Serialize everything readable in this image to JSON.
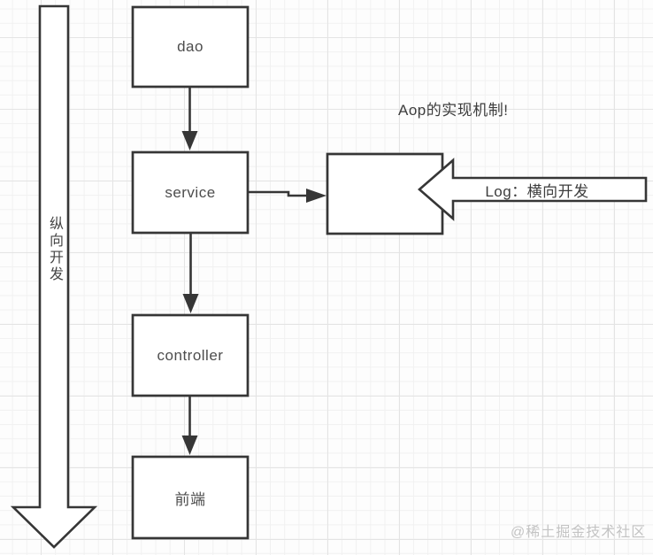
{
  "diagram": {
    "title_annotation": "Aop的实现机制!",
    "vertical_arrow": {
      "label": "纵向开发"
    },
    "horizontal_arrow": {
      "label": "Log：横向开发"
    },
    "layer_boxes": [
      {
        "id": "dao",
        "label": "dao"
      },
      {
        "id": "service",
        "label": "service"
      },
      {
        "id": "controller",
        "label": "controller"
      },
      {
        "id": "frontend",
        "label": "前端"
      }
    ],
    "aop_box": {
      "label": ""
    },
    "flow": [
      "dao → service",
      "service → controller",
      "controller → 前端",
      "service → aop-box"
    ]
  },
  "watermark": "@稀土掘金技术社区",
  "colors": {
    "stroke": "#363636",
    "shape_fill": "#ffffff",
    "box_label": "#4d4d4d",
    "annotation_text": "#3d3d3d",
    "watermark_text": "#c3c3c3",
    "grid_minor": "#f1f1f1",
    "grid_major": "#e4e4e4",
    "background": "#fdfdfd"
  }
}
